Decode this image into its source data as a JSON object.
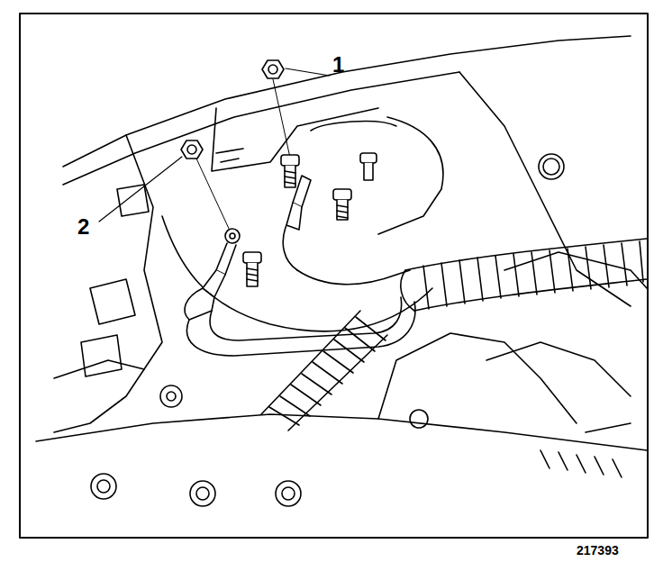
{
  "diagram": {
    "labels": [
      "1",
      "2",
      "217393"
    ]
  }
}
